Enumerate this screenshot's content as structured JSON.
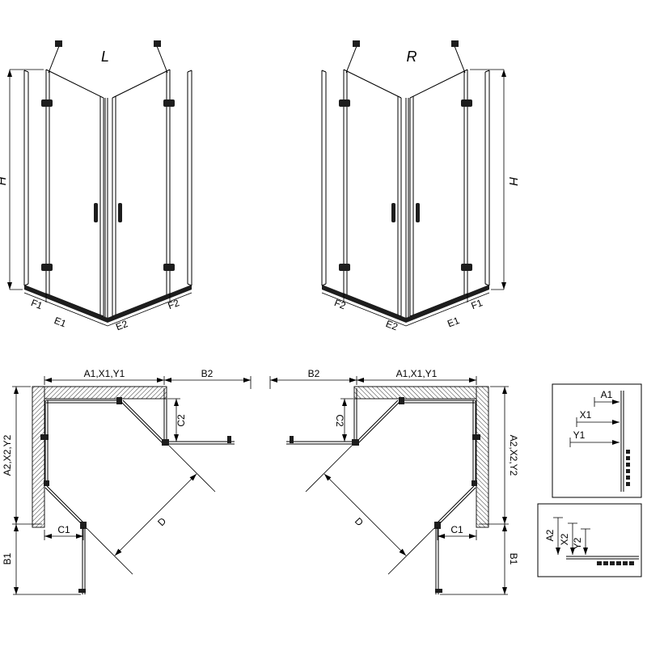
{
  "page": {
    "colors": {
      "background": "#ffffff",
      "line": "#000000",
      "chrome": "#1d1d1d"
    }
  },
  "perspective_left": {
    "variant": "L",
    "height_label": "H",
    "bottom_labels": {
      "f1": "F1",
      "e1": "E1",
      "e2": "E2",
      "f2": "F2"
    }
  },
  "perspective_right": {
    "variant": "R",
    "height_label": "H",
    "bottom_labels": {
      "f1": "F1",
      "e1": "E1",
      "e2": "E2",
      "f2": "F2"
    }
  },
  "plan_left": {
    "top_width": "A1,X1,Y1",
    "door_width_top": "B2",
    "return_width": "C2",
    "side_height": "A2,X2,Y2",
    "fixed_width_bottom": "C1",
    "door_width_bottom": "B1",
    "diagonal": "D"
  },
  "plan_right": {
    "top_width": "A1,X1,Y1",
    "door_width_top": "B2",
    "return_width": "C2",
    "side_height": "A2,X2,Y2",
    "fixed_width_bottom": "C1",
    "door_width_bottom": "B1",
    "diagonal": "D"
  },
  "detail_top": {
    "a1": "A1",
    "x1": "X1",
    "y1": "Y1"
  },
  "detail_bottom": {
    "a2": "A2",
    "x2": "X2",
    "y2": "Y2"
  }
}
